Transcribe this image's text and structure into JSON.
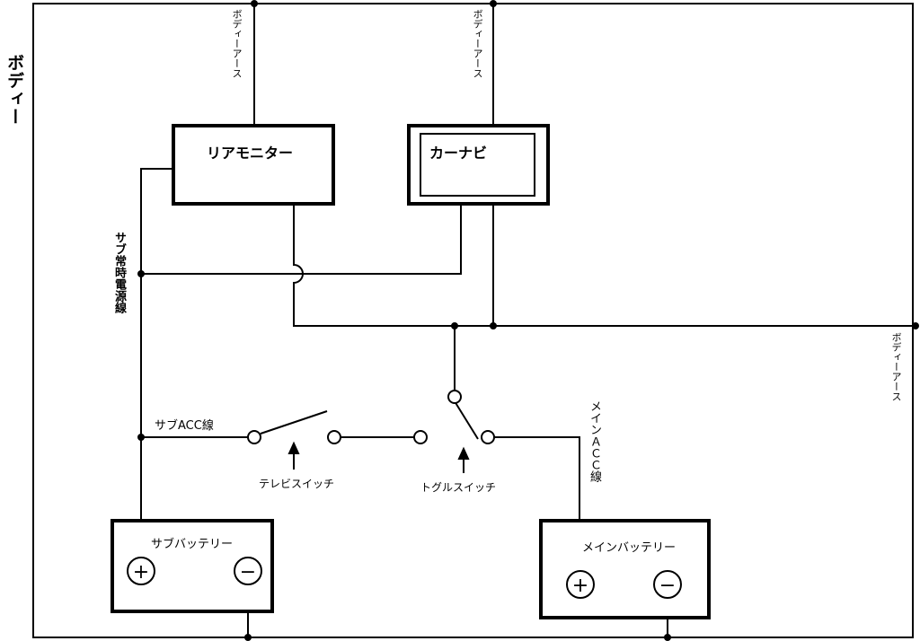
{
  "body_label": "ボディー",
  "ground_labels": [
    "ボディーアース",
    "ボディーアース",
    "ボディーアース"
  ],
  "devices": {
    "rear_monitor": "リアモニター",
    "car_navi": "カーナビ"
  },
  "wires": {
    "sub_constant_power": "サブ常時電源線",
    "sub_acc": "サブACC線",
    "main_acc": "メインＡＣＣ線"
  },
  "switches": {
    "tv_switch": "テレビスイッチ",
    "toggle_switch": "トグルスイッチ"
  },
  "batteries": {
    "sub": "サブバッテリー",
    "main": "メインバッテリー",
    "plus_symbol": "+",
    "minus_symbol": "−"
  }
}
